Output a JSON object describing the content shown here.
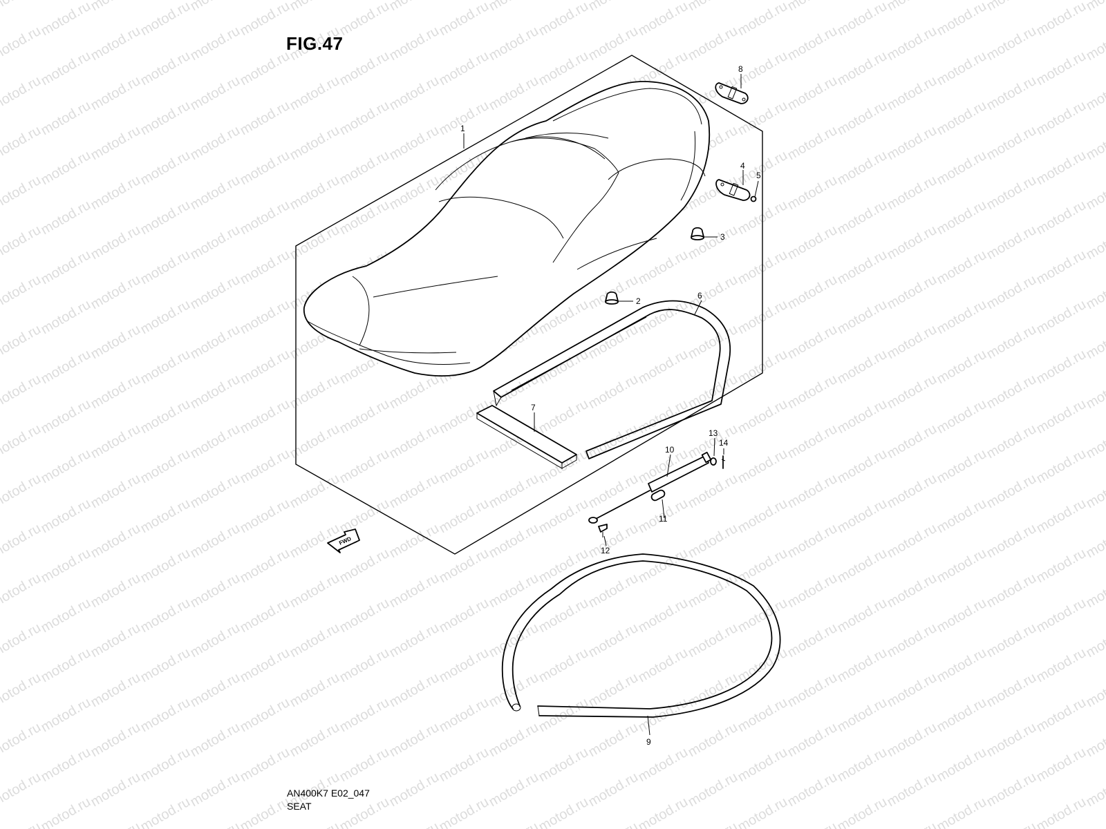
{
  "figure": {
    "title": "FIG.47",
    "code": "AN400K7 E02_047",
    "name": "SEAT"
  },
  "watermark": {
    "text": "motod.ru",
    "color": "#dcdcdc"
  },
  "fwd_arrow": {
    "label": "FWD"
  },
  "callouts": [
    {
      "id": "1",
      "label": "1"
    },
    {
      "id": "2",
      "label": "2"
    },
    {
      "id": "3",
      "label": "3"
    },
    {
      "id": "4",
      "label": "4"
    },
    {
      "id": "5",
      "label": "5"
    },
    {
      "id": "6",
      "label": "6"
    },
    {
      "id": "7",
      "label": "7"
    },
    {
      "id": "8",
      "label": "8"
    },
    {
      "id": "9",
      "label": "9"
    },
    {
      "id": "10",
      "label": "10"
    },
    {
      "id": "11",
      "label": "11"
    },
    {
      "id": "12",
      "label": "12"
    },
    {
      "id": "13",
      "label": "13"
    },
    {
      "id": "14",
      "label": "14"
    }
  ]
}
